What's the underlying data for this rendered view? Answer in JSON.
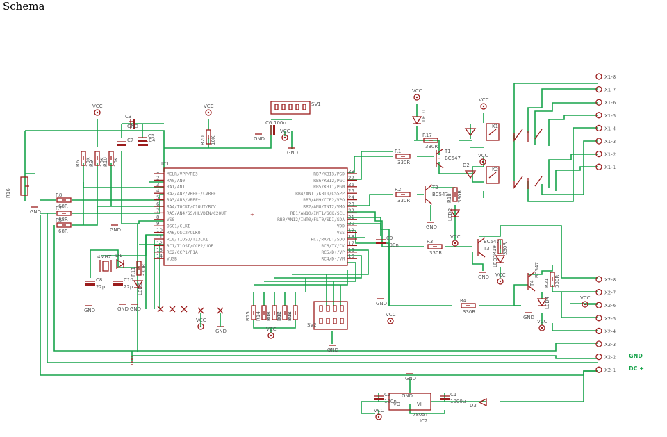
{
  "title": "Schema",
  "ic1": {
    "name": "IC1",
    "left": [
      "MCLR/VPP/RE3",
      "RA0/AN0",
      "RA1/AN1",
      "RA2/AN2/VREF-/CVREF",
      "RA3/AN3/VREF+",
      "RA4/T0CKI/C1OUT/RCV",
      "RA5/AN4/SS/HLVDIN/C2OUT",
      "VSS",
      "OSC1/CLKI",
      "RA6/OSC2/CLKO",
      "RC0/T1OSO/T13CKI",
      "RC1/T1OSI/CCP2/UOE",
      "RC2/CCP1/P1A",
      "VUSB"
    ],
    "left_pins": [
      "1",
      "2",
      "3",
      "4",
      "5",
      "6",
      "7",
      "8",
      "9",
      "10",
      "11",
      "12",
      "13",
      "14"
    ],
    "right": [
      "RB7/KBI3/PGD",
      "RB6/KBI2/PGC",
      "RB5/KBI1/PGM",
      "RB4/AN11/KBI0/CSSPP",
      "RB3/AN9/CCP2/VPO",
      "RB2/AN8/INT2/VMO",
      "RB1/AN10/INT1/SCK/SCL",
      "RB0/AN12/INT0/FLT0/SDI/SDA",
      "VDD",
      "VSS",
      "RC7/RX/DT/SDO",
      "RC6/TX/CK",
      "RC5/D+/VP",
      "RC4/D-/VM"
    ],
    "right_pins": [
      "28",
      "27",
      "26",
      "25",
      "24",
      "23",
      "22",
      "21",
      "20",
      "19",
      "18",
      "17",
      "16",
      "15"
    ]
  },
  "ic2": {
    "name": "IC2",
    "part": "7805T",
    "gnd": "GND",
    "vo": "VO",
    "vi": "VI"
  },
  "supply": {
    "vcc": "VCC",
    "gnd": "GND"
  },
  "connectors": {
    "x1": [
      "X1-8",
      "X1-7",
      "X1-6",
      "X1-5",
      "X1-4",
      "X1-3",
      "X1-2",
      "X1-1"
    ],
    "x2": [
      "X2-8",
      "X2-7",
      "X2-6",
      "X2-5",
      "X2-4",
      "X2-3",
      "X2-2",
      "X2-1"
    ],
    "sv1": "SV1",
    "sv2": "SV2",
    "net_gnd": "GND",
    "net_dc": "DC +"
  },
  "parts": {
    "r16": "R16",
    "r8": "R8",
    "r8v": "68R",
    "r7": "R7",
    "r7v": "68R",
    "r5": "R5",
    "r5v": "68R",
    "r6": "R6",
    "r6v": "10K",
    "r9": "R9",
    "r9v": "10K",
    "r10": "R10",
    "r10v": "10K",
    "c3": "C3",
    "c4": "C4",
    "c5": "C5",
    "c6": "C6",
    "c6v": "100n",
    "c7": "C7",
    "r20": "R20",
    "r20v": "10K",
    "q1": "4MHZ",
    "c8": "C8",
    "c8v": "22p",
    "c10": "C10",
    "c10v": "22p",
    "d1": "D1",
    "r11": "R11",
    "r11v": "330R",
    "led5": "LED5",
    "r1": "R1",
    "r1v": "330R",
    "r2": "R2",
    "r2v": "330R",
    "r3": "R3",
    "r3v": "330R",
    "r4": "R4",
    "r4v": "330R",
    "r17": "R17",
    "r17v": "330R",
    "led1": "LED1",
    "t1": "T1",
    "t1v": "BC547",
    "k1": "K1",
    "d2": "D2",
    "k2": "K2",
    "t2": "T2",
    "t2v": "BC547",
    "r18": "R18",
    "r18v": "330R",
    "led2": "LED2",
    "t3": "T3",
    "t3v": "BC547",
    "r19": "R19",
    "r19v": "330R",
    "led3": "LED3",
    "t4": "T4",
    "t4v": "BC547",
    "r21": "R21",
    "r21v": "330R",
    "led4": "LED4",
    "c9": "C9",
    "c9v": "100n",
    "r15": "R15",
    "r14": "R14",
    "r13": "R13",
    "r12": "R12",
    "r12v": "10K",
    "r14v": "10K",
    "r13v": "10K",
    "c2": "C2",
    "c2v": "100n",
    "c1": "C1",
    "c1v": "1000u",
    "d3": "D3"
  }
}
